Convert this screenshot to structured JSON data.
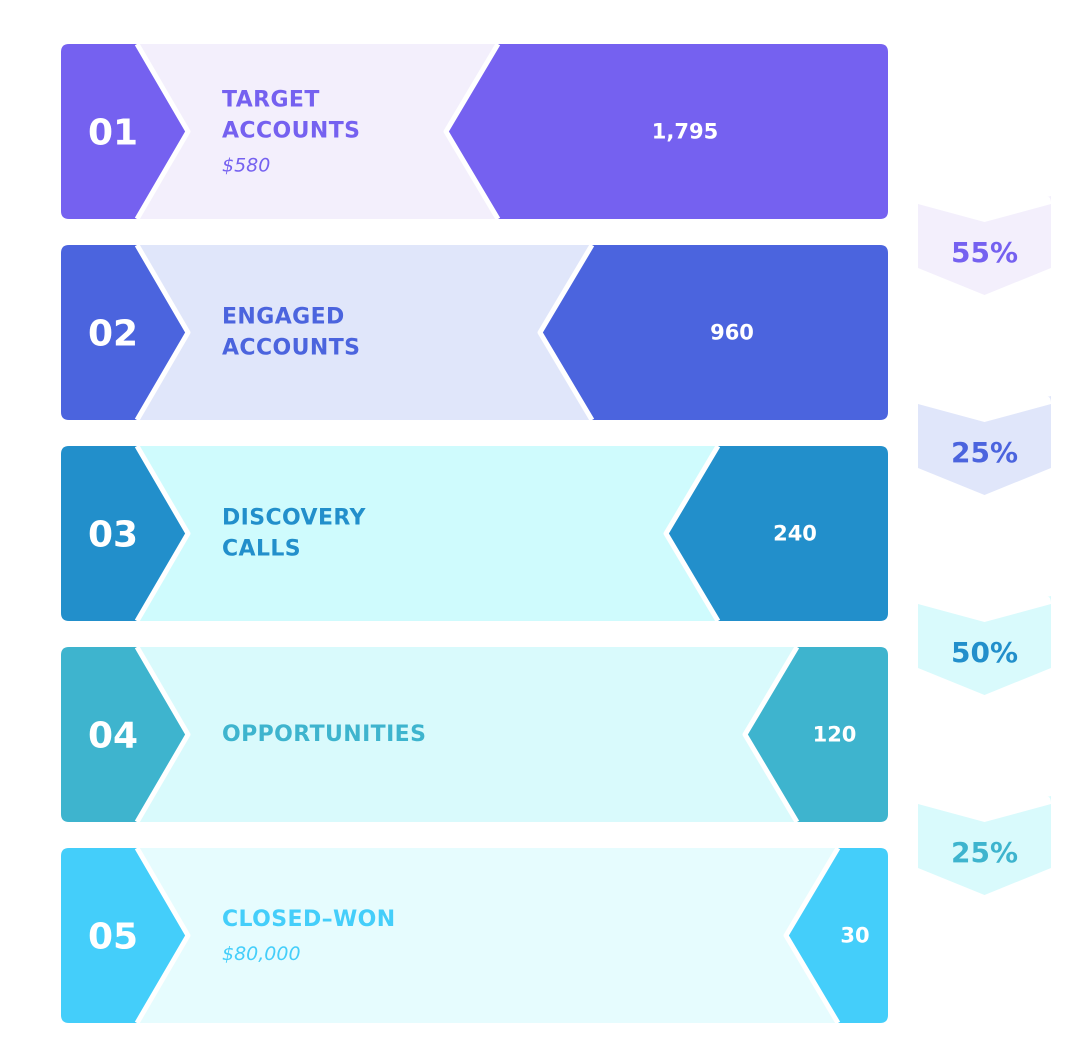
{
  "chart_data": {
    "type": "funnel",
    "stages": [
      {
        "number": "01",
        "label_lines": [
          "TARGET",
          "ACCOUNTS"
        ],
        "subvalue": "$580",
        "value": 1795,
        "value_label": "1,795",
        "color": "#7561F0",
        "light_color": "#F3EFFC"
      },
      {
        "number": "02",
        "label_lines": [
          "ENGAGED",
          "ACCOUNTS"
        ],
        "subvalue": "",
        "value": 960,
        "value_label": "960",
        "color": "#4B64DE",
        "light_color": "#E0E6FA"
      },
      {
        "number": "03",
        "label_lines": [
          "DISCOVERY",
          "CALLS"
        ],
        "subvalue": "",
        "value": 240,
        "value_label": "240",
        "color": "#228FCB",
        "light_color": "#CFFBFD"
      },
      {
        "number": "04",
        "label_lines": [
          "OPPORTUNITIES"
        ],
        "subvalue": "",
        "value": 120,
        "value_label": "120",
        "color": "#3EB4CE",
        "light_color": "#D9FAFC"
      },
      {
        "number": "05",
        "label_lines": [
          "CLOSED–WON"
        ],
        "subvalue": "$80,000",
        "value": 30,
        "value_label": "30",
        "color": "#44CEFA",
        "light_color": "#E6FCFE"
      }
    ],
    "conversions": [
      {
        "label": "55%",
        "color": "#7561F0",
        "bg": "#F3EFFC"
      },
      {
        "label": "25%",
        "color": "#4B64DE",
        "bg": "#E0E6FA"
      },
      {
        "label": "50%",
        "color": "#228FCB",
        "bg": "#D9FAFC"
      },
      {
        "label": "25%",
        "color": "#3EB4CE",
        "bg": "#D9FAFC"
      }
    ]
  }
}
